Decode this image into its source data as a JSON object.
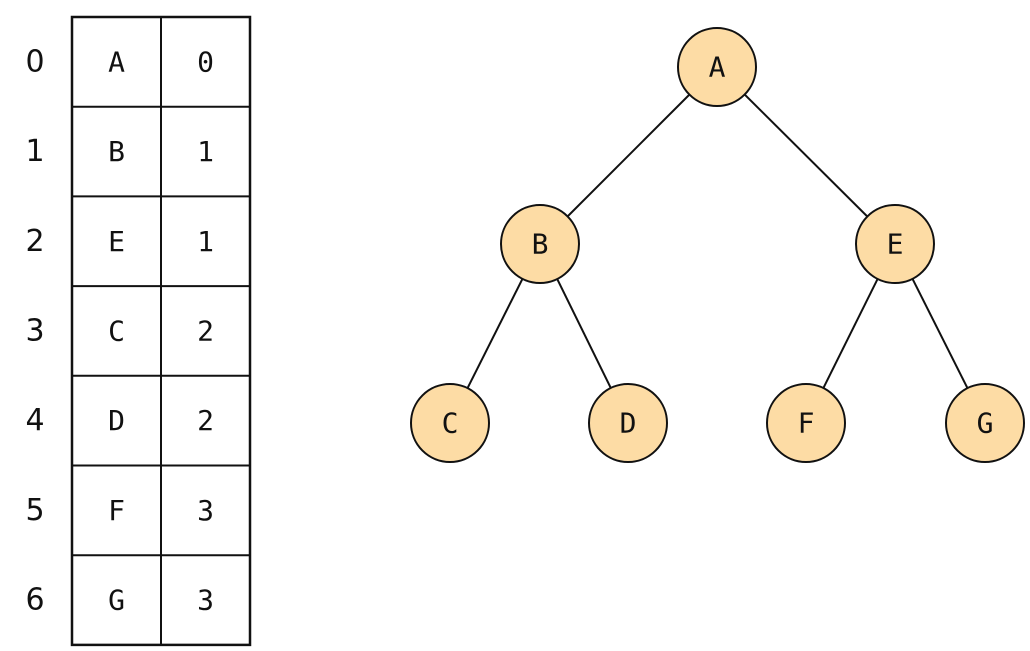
{
  "array_table": {
    "rows": [
      {
        "index": "0",
        "label": "A",
        "value": "0"
      },
      {
        "index": "1",
        "label": "B",
        "value": "1"
      },
      {
        "index": "2",
        "label": "E",
        "value": "1"
      },
      {
        "index": "3",
        "label": "C",
        "value": "2"
      },
      {
        "index": "4",
        "label": "D",
        "value": "2"
      },
      {
        "index": "5",
        "label": "F",
        "value": "3"
      },
      {
        "index": "6",
        "label": "G",
        "value": "3"
      }
    ]
  },
  "tree": {
    "nodes": [
      {
        "id": "A",
        "label": "A"
      },
      {
        "id": "B",
        "label": "B"
      },
      {
        "id": "E",
        "label": "E"
      },
      {
        "id": "C",
        "label": "C"
      },
      {
        "id": "D",
        "label": "D"
      },
      {
        "id": "F",
        "label": "F"
      },
      {
        "id": "G",
        "label": "G"
      }
    ],
    "edges": [
      {
        "from": "A",
        "to": "B"
      },
      {
        "from": "A",
        "to": "E"
      },
      {
        "from": "B",
        "to": "C"
      },
      {
        "from": "B",
        "to": "D"
      },
      {
        "from": "E",
        "to": "F"
      },
      {
        "from": "E",
        "to": "G"
      }
    ]
  },
  "colors": {
    "node_fill": "#FDDCA5",
    "stroke": "#111111",
    "text": "#111111",
    "background": "#FFFFFF"
  }
}
